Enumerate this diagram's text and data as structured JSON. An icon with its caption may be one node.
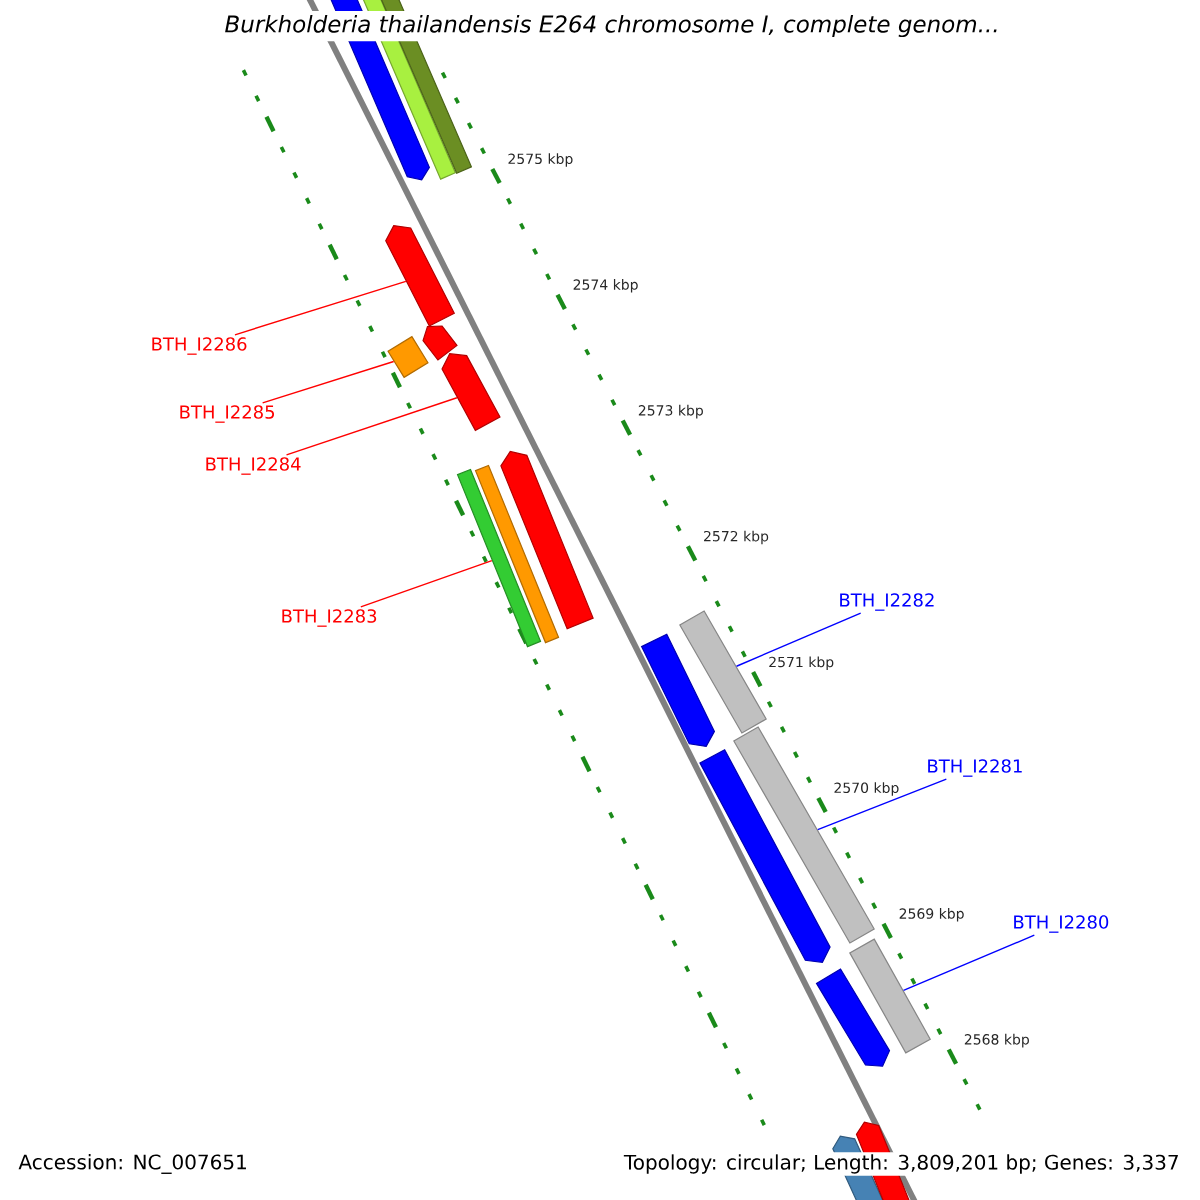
{
  "diagram": {
    "title": "Burkholderia thailandensis E264 chromosome I, complete genom...",
    "nodes": [
      {
        "text": [
          "BTH_I2286"
        ]
      },
      {
        "text": [
          "BTH_I2285"
        ]
      },
      {
        "text": [
          "BTH_I2284"
        ]
      },
      {
        "text": [
          "BTH_I2283"
        ]
      },
      {
        "text": [
          "BTH_I2282"
        ]
      },
      {
        "text": [
          "BTH_I2281"
        ]
      },
      {
        "text": [
          "BTH_I2280"
        ]
      },
      {
        "text": [],
        "shape": "pentagon"
      },
      {
        "text": [],
        "shape": "bar"
      },
      {
        "text": [],
        "shape": "bar"
      },
      {
        "text": [],
        "shape": "pentagon"
      },
      {
        "text": [],
        "shape": "pentagon"
      },
      {
        "text": [],
        "shape": "bar"
      },
      {
        "text": [],
        "shape": "pentagon"
      },
      {
        "text": [],
        "shape": "bar"
      },
      {
        "text": [],
        "shape": "bar"
      },
      {
        "text": [],
        "shape": "pentagon"
      },
      {
        "text": [],
        "shape": "pentagon"
      },
      {
        "text": [],
        "shape": "bar"
      },
      {
        "text": [],
        "shape": "pentagon"
      },
      {
        "text": [],
        "shape": "bar"
      },
      {
        "text": [],
        "shape": "pentagon"
      },
      {
        "text": [],
        "shape": "bar"
      },
      {
        "text": [],
        "shape": "pentagon"
      },
      {
        "text": [],
        "shape": "pentagon"
      }
    ],
    "edges": [
      {
        "from": 0,
        "to": 10,
        "arrow": "none"
      },
      {
        "from": 1,
        "to": 12,
        "arrow": "none"
      },
      {
        "from": 2,
        "to": 13,
        "arrow": "none"
      },
      {
        "from": 3,
        "to": 14,
        "arrow": "none"
      },
      {
        "from": 4,
        "to": 18,
        "arrow": "none",
        "color": "#0000ff"
      },
      {
        "from": 5,
        "to": 20,
        "arrow": "none",
        "color": "#0000ff"
      },
      {
        "from": 6,
        "to": 22,
        "arrow": "none",
        "color": "#0000ff"
      }
    ],
    "labels": [
      "2575 kbp",
      "2574 kbp",
      "2573 kbp",
      "2572 kbp",
      "2571 kbp",
      "2570 kbp",
      "2569 kbp",
      "2568 kbp",
      "Accession: NC_007651",
      "Topology: circular; Length: 3,809,201 bp; Genes: 3,337"
    ]
  }
}
